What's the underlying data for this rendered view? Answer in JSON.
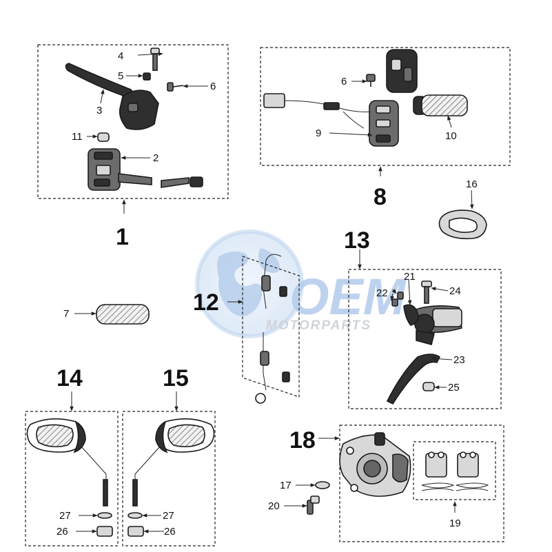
{
  "labels": {
    "p1": "1",
    "p2": "2",
    "p3": "3",
    "p4": "4",
    "p5": "5",
    "p6a": "6",
    "p6b": "6",
    "p7": "7",
    "p8": "8",
    "p9": "9",
    "p10": "10",
    "p11": "11",
    "p12": "12",
    "p13": "13",
    "p14": "14",
    "p15": "15",
    "p16": "16",
    "p17": "17",
    "p18": "18",
    "p19": "19",
    "p20": "20",
    "p21": "21",
    "p22": "22",
    "p23": "23",
    "p24": "24",
    "p25": "25",
    "p26a": "26",
    "p26b": "26",
    "p27a": "27",
    "p27b": "27"
  },
  "watermark": {
    "brand": "OEM",
    "sub": "MOTORPARTS"
  },
  "colors": {
    "line": "#222222",
    "watermark_blue": "#3a7fd0",
    "watermark_gray": "#9aa3ad"
  }
}
